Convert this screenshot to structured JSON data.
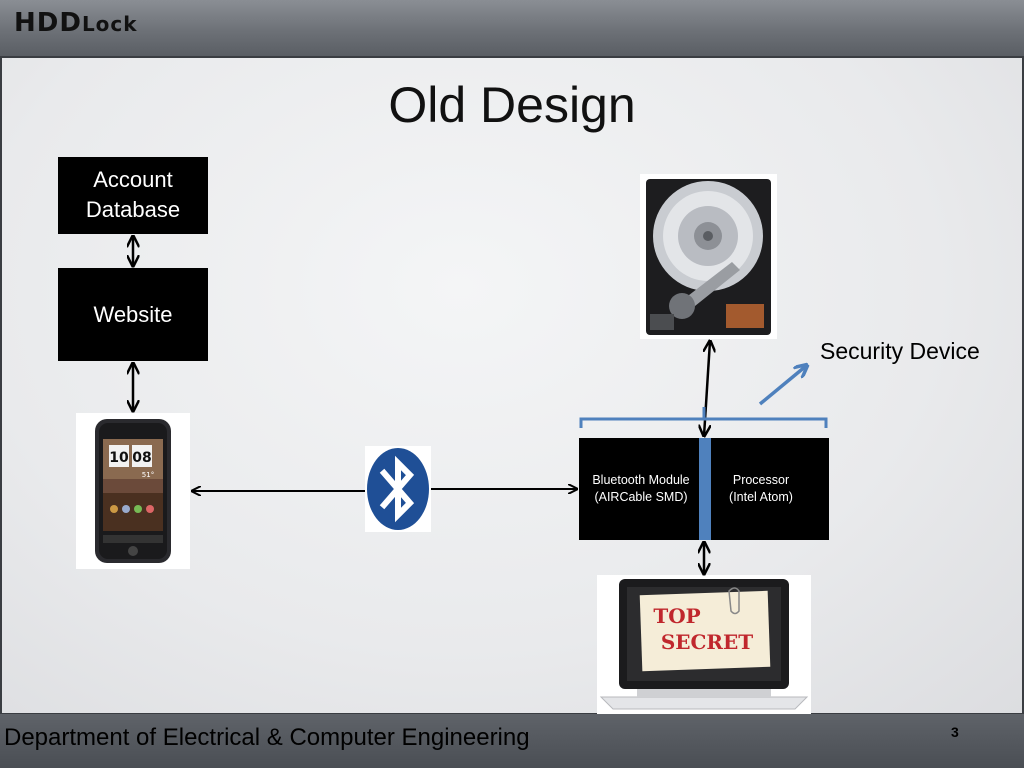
{
  "header": {
    "logo_part1": "HDD",
    "logo_part2": "Lock"
  },
  "slide": {
    "title": "Old Design",
    "page_number": "3"
  },
  "footer": {
    "department": "Department of Electrical & Computer Engineering"
  },
  "diagram": {
    "account_database": {
      "line1": "Account",
      "line2": "Database"
    },
    "website": "Website",
    "security_device_label": "Security Device",
    "bluetooth_module": {
      "line1": "Bluetooth Module",
      "line2": "(AIRCable SMD)"
    },
    "processor": {
      "line1": "Processor",
      "line2": "(Intel Atom)"
    },
    "phone": {
      "clock_hours": "10",
      "clock_minutes": "08",
      "temperature": "51°"
    },
    "laptop_screen": {
      "line1": "TOP",
      "line2": "SECRET"
    }
  },
  "colors": {
    "accent_blue": "#4f81bd",
    "secret_red": "#c0272d",
    "box_fill": "#000000"
  },
  "icons": [
    "bluetooth-icon",
    "hard-drive-image",
    "smartphone-image",
    "laptop-image"
  ]
}
